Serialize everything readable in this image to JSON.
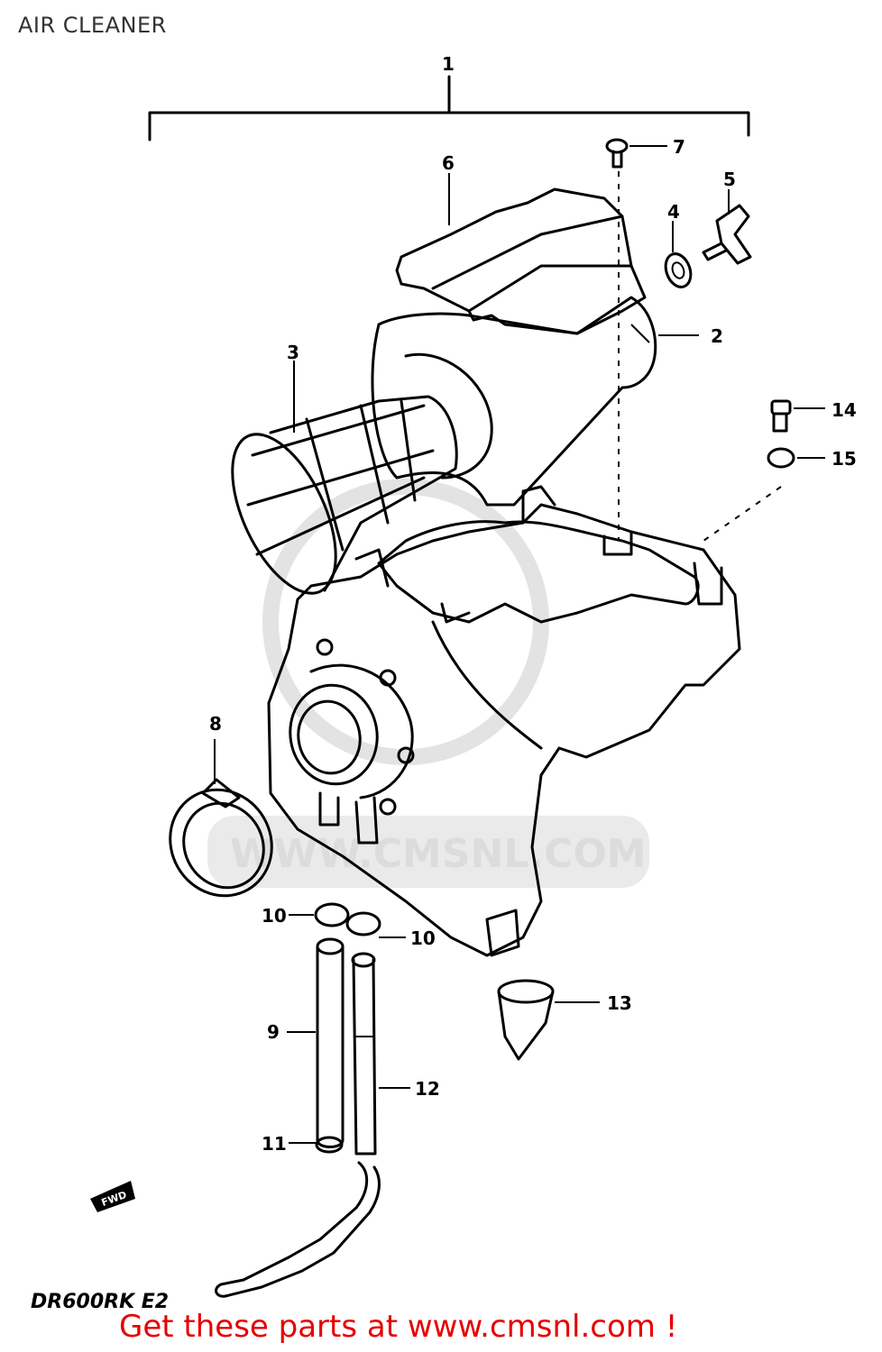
{
  "title": "AIR CLEANER",
  "model_code": "DR600RK E2",
  "cta": "Get these parts at www.cmsnl.com !",
  "watermark": "WWW.CMSNL.COM",
  "direction_marker": "FWD",
  "callouts": {
    "c1": "1",
    "c2": "2",
    "c3": "3",
    "c4": "4",
    "c5": "5",
    "c6": "6",
    "c7": "7",
    "c8": "8",
    "c9": "9",
    "c10a": "10",
    "c10b": "10",
    "c11": "11",
    "c12": "12",
    "c13": "13",
    "c14": "14",
    "c15": "15"
  }
}
